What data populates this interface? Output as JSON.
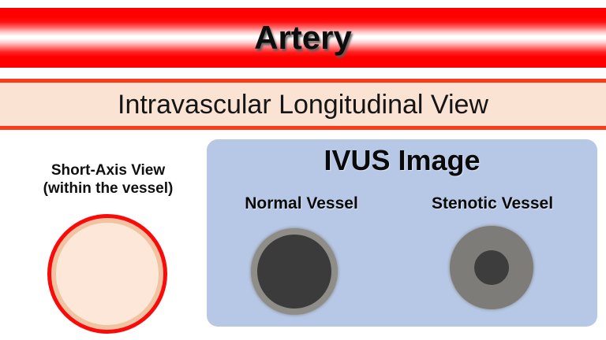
{
  "artery": {
    "title": "Artery",
    "gradient_edge_color": "#fe0000",
    "gradient_center_color": "#ffffff"
  },
  "longitudinal": {
    "title": "Intravascular Longitudinal View",
    "fill_color": "#fbe3d4",
    "border_color": "#fc3b18"
  },
  "short_axis": {
    "label_line1": "Short-Axis View",
    "label_line2": "(within the vessel)",
    "ring_color": "#fb0a0a",
    "lumen_color": "#fce7d8",
    "inner_ring_color": "#f0c4a3"
  },
  "ivus": {
    "title": "IVUS Image",
    "panel_color": "#b7c8e6",
    "vessels": [
      {
        "label": "Normal Vessel",
        "wall_color": "#8f8d87",
        "lumen_color": "#3b3b3b"
      },
      {
        "label": "Stenotic Vessel",
        "wall_color": "#7e7c78",
        "lumen_color": "#3d3d3d"
      }
    ]
  }
}
